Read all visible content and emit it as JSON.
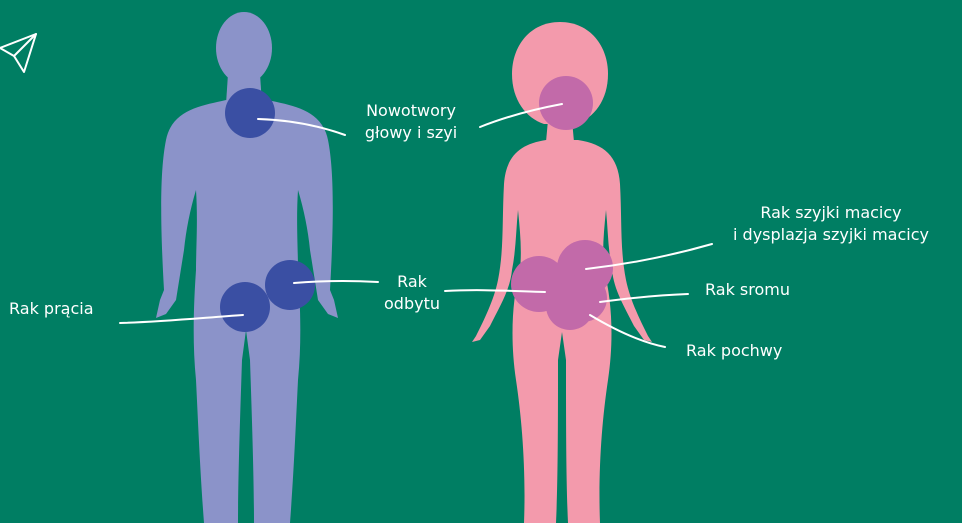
{
  "colors": {
    "background": "#007e63",
    "male_body": "#8b93c9",
    "male_spot": "#3a4fa3",
    "female_body": "#f39aac",
    "female_spot": "#c26aa9",
    "label_text": "#ffffff",
    "leader_line": "#ffffff"
  },
  "labels": {
    "head_neck": [
      "Nowotwory",
      "głowy i szyi"
    ],
    "anus": [
      "Rak",
      "odbytu"
    ],
    "penis": "Rak prącia",
    "cervix": [
      "Rak szyjki macicy",
      "i dysplazja szyjki macicy"
    ],
    "vulva": "Rak sromu",
    "vagina": "Rak pochwy"
  }
}
